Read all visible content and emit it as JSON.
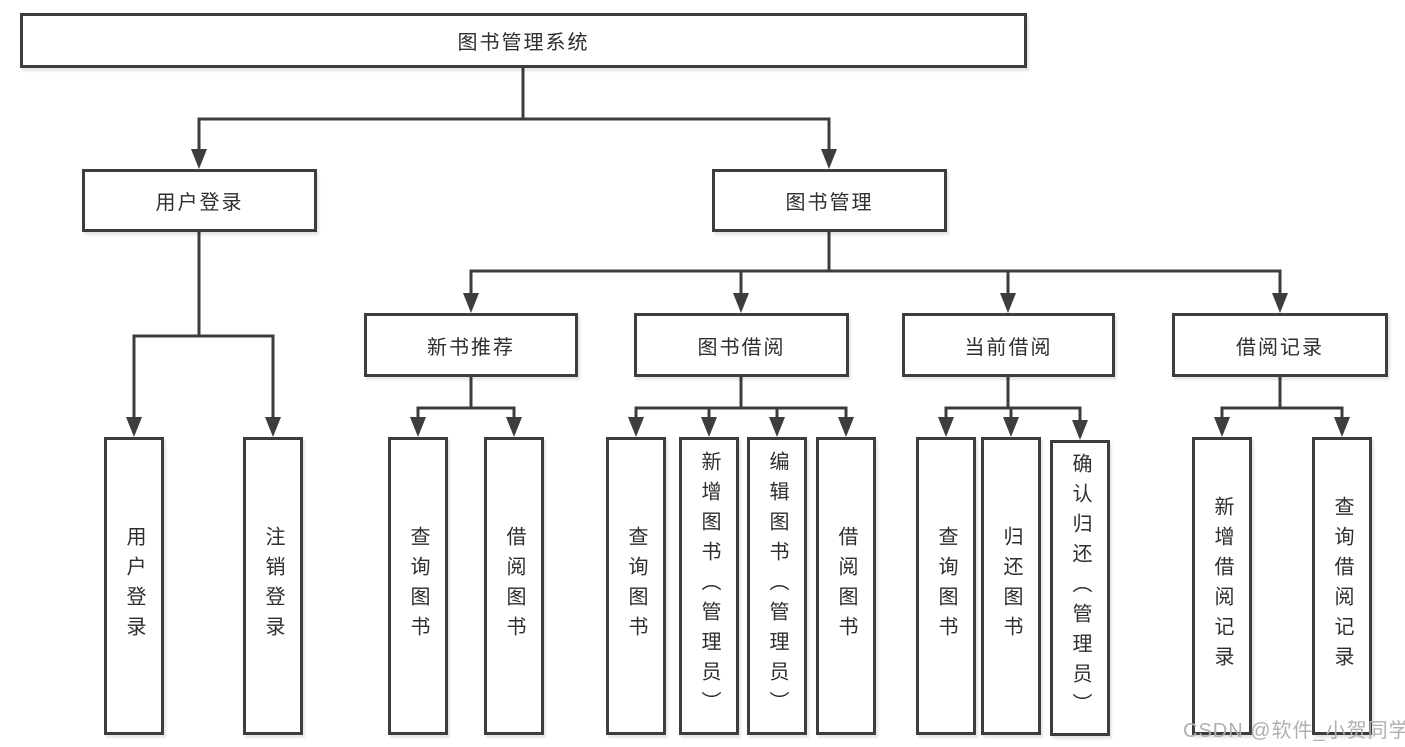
{
  "diagram_title": "图书管理系统",
  "tree": {
    "label": "图书管理系统",
    "children": [
      {
        "label": "用户登录",
        "children": [
          {
            "label": "用户登录"
          },
          {
            "label": "注销登录"
          }
        ]
      },
      {
        "label": "图书管理",
        "children": [
          {
            "label": "新书推荐",
            "children": [
              {
                "label": "查询图书"
              },
              {
                "label": "借阅图书"
              }
            ]
          },
          {
            "label": "图书借阅",
            "children": [
              {
                "label": "查询图书"
              },
              {
                "label": "新增图书（管理员）"
              },
              {
                "label": "编辑图书（管理员）"
              },
              {
                "label": "借阅图书"
              }
            ]
          },
          {
            "label": "当前借阅",
            "children": [
              {
                "label": "查询图书"
              },
              {
                "label": "归还图书"
              },
              {
                "label": "确认归还（管理员）"
              }
            ]
          },
          {
            "label": "借阅记录",
            "children": [
              {
                "label": "新增借阅记录"
              },
              {
                "label": "查询借阅记录"
              }
            ]
          }
        ]
      }
    ]
  },
  "watermark": {
    "text": "CSDN @软件_小贺同学"
  },
  "colors": {
    "line": "#3d3d3d",
    "text": "#2e2e2e",
    "box_background": "#ffffff",
    "watermark": "#b0b0b0"
  }
}
